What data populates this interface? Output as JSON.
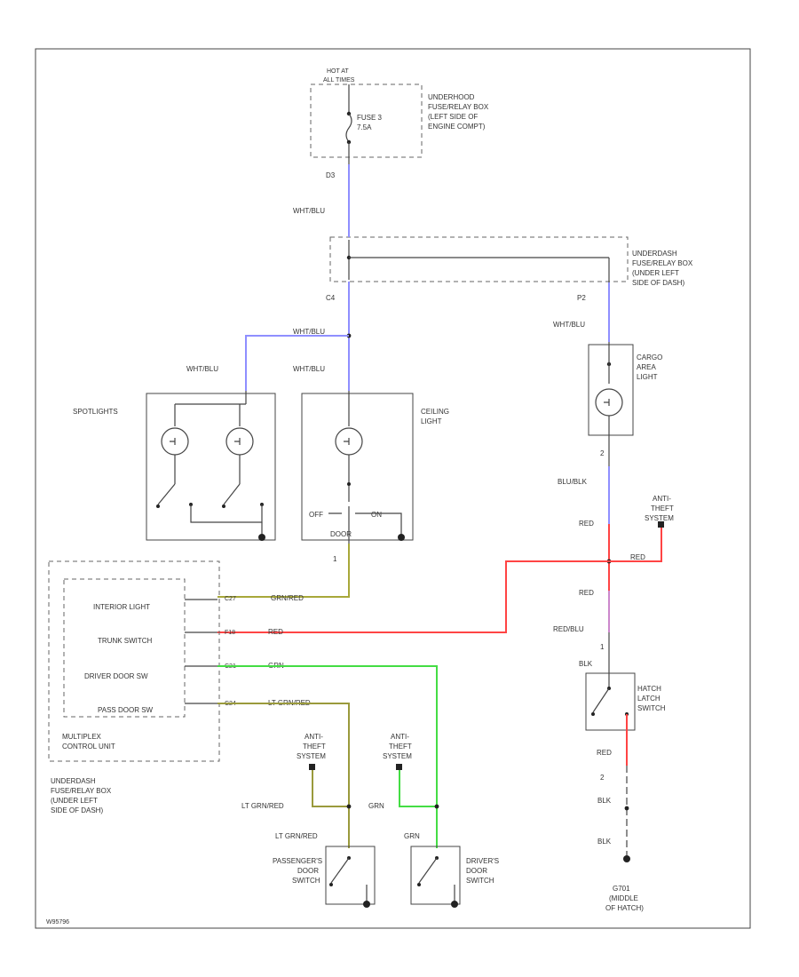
{
  "colors": {
    "wht_blu": "#8f8fff",
    "red": "#ff4444",
    "grn": "#44dd44",
    "yel_grn": "#a8a83a",
    "ltgrn_red": "#9a9a3c",
    "blk": "#444444",
    "pink": "#cc88cc"
  },
  "labels": {
    "hot_at": "HOT AT",
    "all_times": "ALL TIMES",
    "underhood_box": [
      "UNDERHOOD",
      "FUSE/RELAY BOX",
      "(LEFT SIDE OF",
      "ENGINE COMPT)"
    ],
    "fuse": [
      "FUSE 3",
      "7.5A"
    ],
    "c_d3": "D3",
    "wht_blu_1": "WHT/BLU",
    "underdash_box_r": [
      "UNDERDASH",
      "FUSE/RELAY BOX",
      "(UNDER LEFT",
      "SIDE OF DASH)"
    ],
    "c_c4": "C4",
    "wht_blu_2": "WHT/BLU",
    "c_p2": "P2",
    "wht_blu_3": "WHT/BLU",
    "wht_blu_4": "WHT/BLU",
    "wht_blu_5": "WHT/BLU",
    "cargo_light": [
      "CARGO",
      "AREA",
      "LIGHT"
    ],
    "spotlights": "SPOTLIGHTS",
    "ceiling_light": [
      "CEILING",
      "LIGHT"
    ],
    "pin_2": "2",
    "blu_blk": "BLU/BLK",
    "anti_theft_r": [
      "ANTI-",
      "THEFT",
      "SYSTEM"
    ],
    "off": "OFF",
    "on": "ON",
    "door": "DOOR",
    "pin_1a": "1",
    "red_1": "RED",
    "red_2": "RED",
    "mcu_items": [
      "INTERIOR LIGHT",
      "TRUNK SWITCH",
      "DRIVER DOOR SW",
      "PASS DOOR SW"
    ],
    "mcu_pins": [
      "C27",
      "F18",
      "C21",
      "C24"
    ],
    "wire_grn_red": "GRN/RED",
    "wire_red": "RED",
    "wire_grn": "GRN",
    "wire_lt_grn_red": "LT GRN/RED",
    "red_3": "RED",
    "red_blu": "RED/BLU",
    "pin_1b": "1",
    "blk_1": "BLK",
    "hatch_switch": [
      "HATCH",
      "LATCH",
      "SWITCH"
    ],
    "mcu_name": [
      "MULTIPLEX",
      "CONTROL UNIT"
    ],
    "anti_theft_l1": [
      "ANTI-",
      "THEFT",
      "SYSTEM"
    ],
    "anti_theft_l2": [
      "ANTI-",
      "THEFT",
      "SYSTEM"
    ],
    "red_4": "RED",
    "pin_2b": "2",
    "underdash_box_l": [
      "UNDERDASH",
      "FUSE/RELAY BOX",
      "(UNDER LEFT",
      "SIDE OF DASH)"
    ],
    "lt_grn_red_1": "LT GRN/RED",
    "grn_1": "GRN",
    "blk_2": "BLK",
    "blk_3": "BLK",
    "lt_grn_red_2": "LT GRN/RED",
    "grn_2": "GRN",
    "pass_door_switch": [
      "PASSENGER'S",
      "DOOR",
      "SWITCH"
    ],
    "drv_door_switch": [
      "DRIVER'S",
      "DOOR",
      "SWITCH"
    ],
    "ground": [
      "G701",
      "(MIDDLE",
      "OF HATCH)"
    ],
    "footer_code": "W95796"
  }
}
